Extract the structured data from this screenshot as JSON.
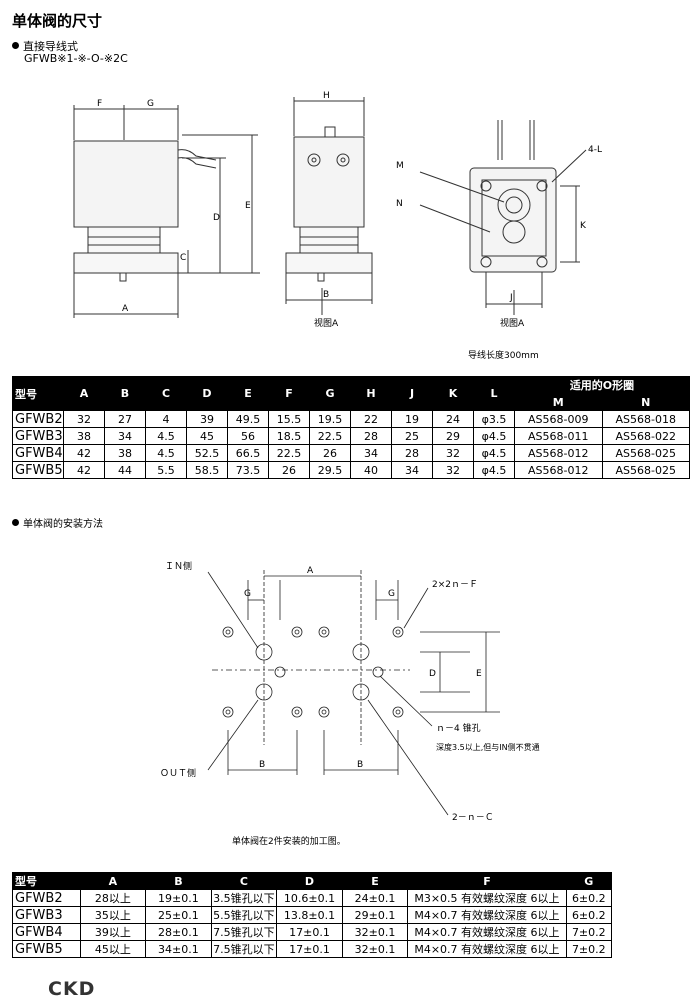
{
  "title": "单体阀的尺寸",
  "section1": {
    "label": "直接导线式",
    "model": "GFWB※1-※-O-※2C"
  },
  "drawing1": {
    "labels": [
      "F",
      "G",
      "H",
      "D",
      "E",
      "C",
      "A",
      "B",
      "M",
      "N",
      "K",
      "J",
      "4-L"
    ],
    "view_a_left": "视图A",
    "view_a_right": "视图A",
    "note": "导线长度300mm"
  },
  "table1": {
    "headers": [
      "型号",
      "A",
      "B",
      "C",
      "D",
      "E",
      "F",
      "G",
      "H",
      "J",
      "K",
      "L"
    ],
    "oring_header": "适用的O形圈",
    "oring_sub": [
      "M",
      "N"
    ],
    "rows": [
      [
        "GFWB2",
        "32",
        "27",
        "4",
        "39",
        "49.5",
        "15.5",
        "19.5",
        "22",
        "19",
        "24",
        "φ3.5",
        "AS568-009",
        "AS568-018"
      ],
      [
        "GFWB3",
        "38",
        "34",
        "4.5",
        "45",
        "56",
        "18.5",
        "22.5",
        "28",
        "25",
        "29",
        "φ4.5",
        "AS568-011",
        "AS568-022"
      ],
      [
        "GFWB4",
        "42",
        "38",
        "4.5",
        "52.5",
        "66.5",
        "22.5",
        "26",
        "34",
        "28",
        "32",
        "φ4.5",
        "AS568-012",
        "AS568-025"
      ],
      [
        "GFWB5",
        "42",
        "44",
        "5.5",
        "58.5",
        "73.5",
        "26",
        "29.5",
        "40",
        "34",
        "32",
        "φ4.5",
        "AS568-012",
        "AS568-025"
      ]
    ]
  },
  "section2": {
    "label": "单体阀的安装方法"
  },
  "drawing2": {
    "in_side": "ＩＮ侧",
    "out_side": "ＯＵＴ侧",
    "hole_f": "2×2ｎ－Ｆ",
    "hole_c": "2－ｎ－Ｃ",
    "hole_n4": "ｎ－4 锥孔",
    "hole_n4_note": "深度3.5以上,但与IN侧不贯通",
    "dims": [
      "A",
      "G",
      "G",
      "D",
      "E",
      "B",
      "B"
    ],
    "note": "单体阀在2件安装的加工图。"
  },
  "table2": {
    "headers": [
      "型号",
      "A",
      "B",
      "C",
      "D",
      "E",
      "F",
      "G"
    ],
    "rows": [
      [
        "GFWB2",
        "28以上",
        "19±0.1",
        "3.5锥孔以下",
        "10.6±0.1",
        "24±0.1",
        "M3×0.5 有效螺纹深度 6以上",
        "6±0.2"
      ],
      [
        "GFWB3",
        "35以上",
        "25±0.1",
        "5.5锥孔以下",
        "13.8±0.1",
        "29±0.1",
        "M4×0.7 有效螺纹深度 6以上",
        "6±0.2"
      ],
      [
        "GFWB4",
        "39以上",
        "28±0.1",
        "7.5锥孔以下",
        "17±0.1",
        "32±0.1",
        "M4×0.7 有效螺纹深度 6以上",
        "7±0.2"
      ],
      [
        "GFWB5",
        "45以上",
        "34±0.1",
        "7.5锥孔以下",
        "17±0.1",
        "32±0.1",
        "M4×0.7 有效螺纹深度 6以上",
        "7±0.2"
      ]
    ]
  },
  "logo": "CKD"
}
